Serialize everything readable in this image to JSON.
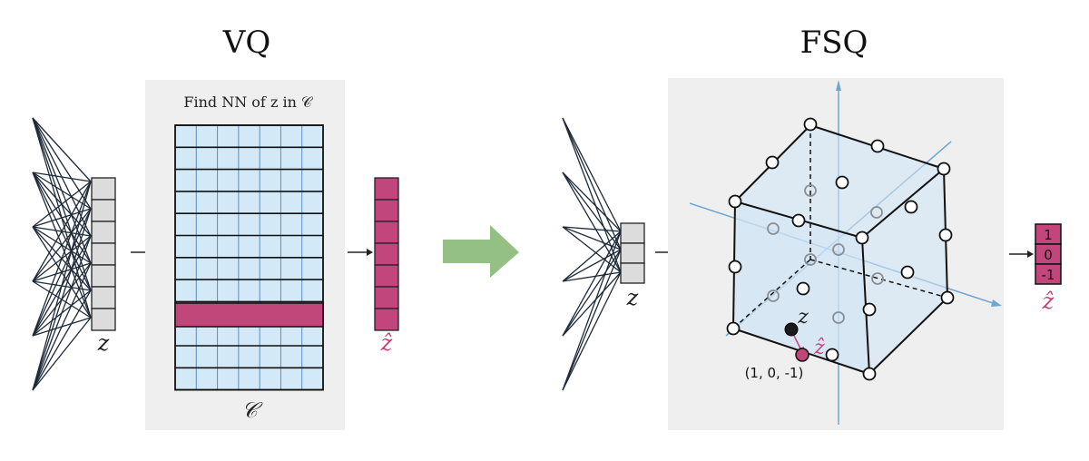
{
  "vq": {
    "title": "VQ",
    "caption": "Find NN of z in 𝒞",
    "input_label": "z",
    "codebook_label": "𝒞",
    "output_label": "ẑ"
  },
  "fsq": {
    "title": "FSQ",
    "input_label": "z",
    "output_label": "ẑ",
    "point_label": "z",
    "quantized_label": "ẑ",
    "coord_label": "(1, 0, -1)",
    "output_values": [
      "1",
      "0",
      "-1"
    ]
  },
  "colors": {
    "panel_bg": "#efefef",
    "cell_fill": "#d3e9f7",
    "cell_line": "#5b8fc4",
    "selected_row": "#c1467a",
    "output_fill": "#c2457c",
    "latent_fill": "#dcdcdc",
    "arrow_green": "#95c083",
    "cube_fill": "#cfe6f6",
    "axis_blue": "#6fa7d4",
    "hat_text": "#c1467a"
  }
}
